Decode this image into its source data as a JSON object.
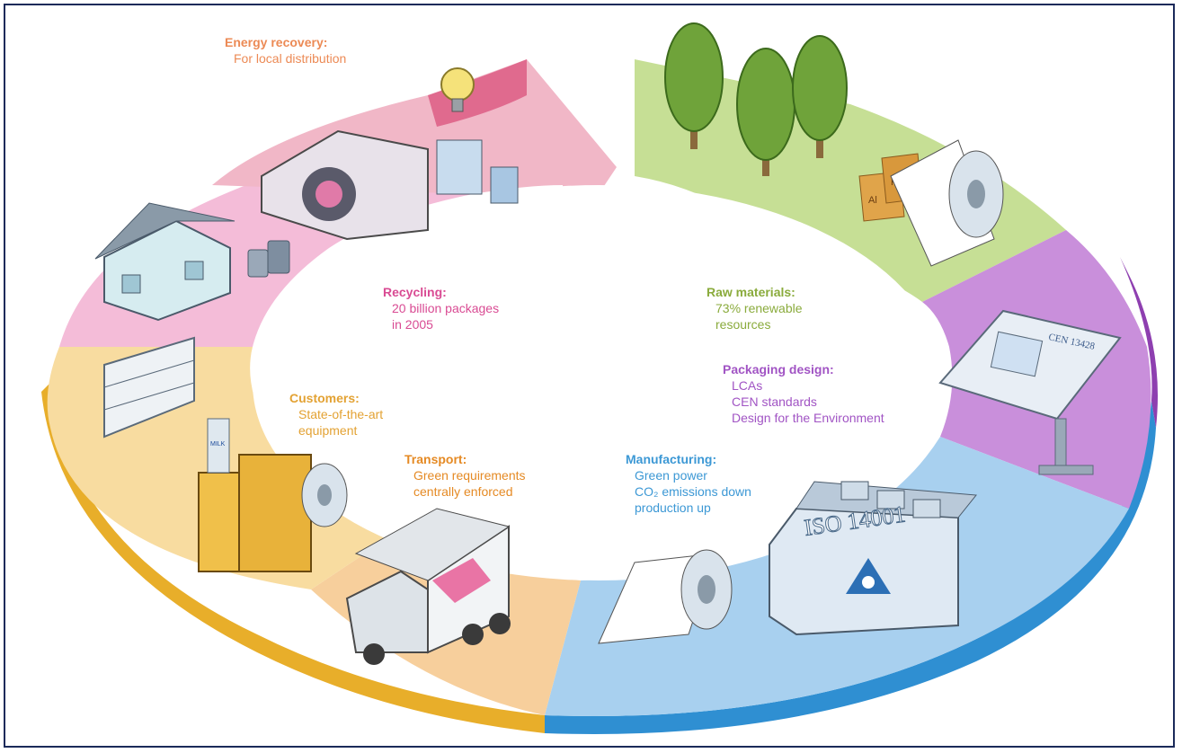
{
  "segments": [
    {
      "key": "raw",
      "title": "Raw materials:",
      "lines": [
        "73% renewable",
        "resources"
      ],
      "color": "#8aab3c",
      "fill": "#c6df95",
      "side": "#8dbb3c"
    },
    {
      "key": "design",
      "title": "Packaging design:",
      "lines": [
        "LCAs",
        "CEN standards",
        "Design for the Environment"
      ],
      "color": "#a154c4",
      "fill": "#c98fdb",
      "side": "#8e3fb0"
    },
    {
      "key": "manufacturing",
      "title": "Manufacturing:",
      "lines": [
        "Green power",
        "CO₂ emissions down",
        "production up"
      ],
      "color": "#3c98d5",
      "fill": "#a8d0ef",
      "side": "#2f8fd2"
    },
    {
      "key": "transport",
      "title": "Transport:",
      "lines": [
        "Green requirements",
        "centrally enforced"
      ],
      "color": "#e58a24",
      "fill": "#f7cf9c",
      "side": "#e39a2d"
    },
    {
      "key": "customers",
      "title": "Customers:",
      "lines": [
        "State-of-the-art",
        "equipment"
      ],
      "color": "#e3a233",
      "fill": "#f8dca0",
      "side": "#e8ae2a"
    },
    {
      "key": "recycling",
      "title": "Recycling:",
      "lines": [
        "20 billion packages",
        "in 2005"
      ],
      "color": "#d94b93",
      "fill": "#f4bcd8",
      "side": "#dc5a9c"
    },
    {
      "key": "energy",
      "title": "Energy recovery:",
      "lines": [
        "For local distribution"
      ],
      "color": "#ec8a55",
      "fill": "#f1b7c7",
      "side": "#e06a8e"
    }
  ],
  "factory_sign": "ISO 14001",
  "drafting_sign": "CEN 13428",
  "sack_labels": [
    "Al",
    "PE"
  ],
  "silo_label": "MILK"
}
